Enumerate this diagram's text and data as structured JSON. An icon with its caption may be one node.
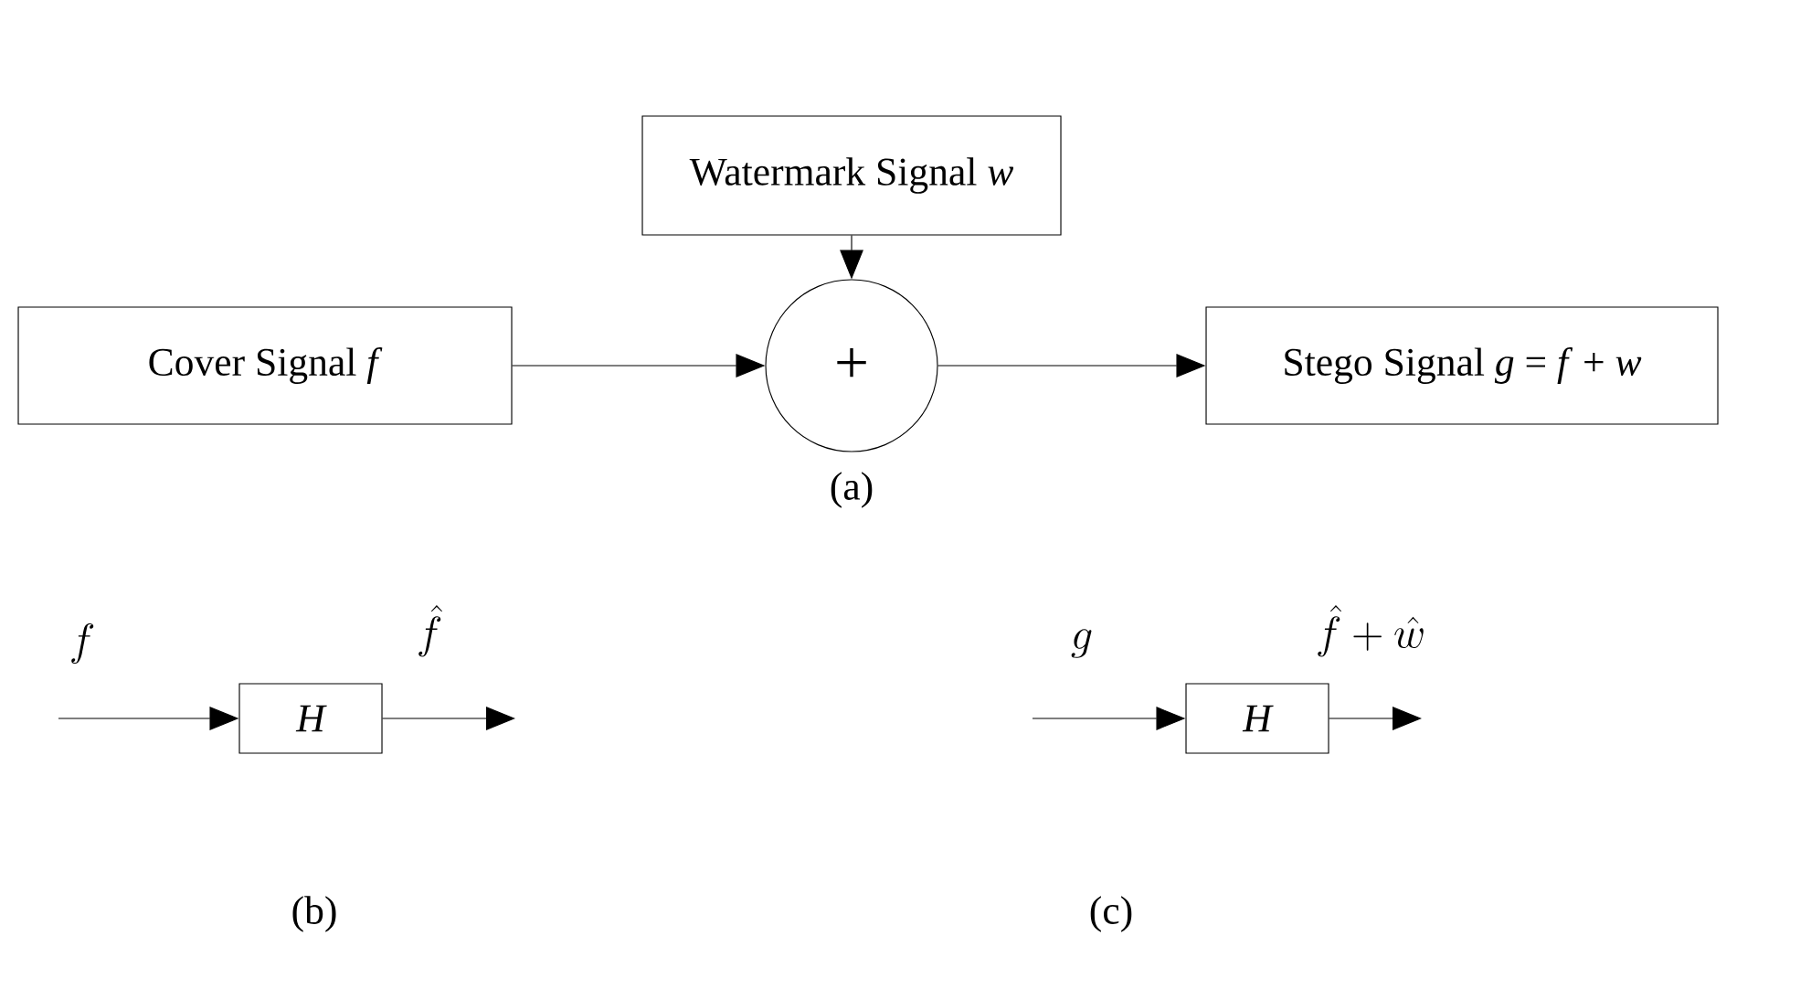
{
  "diagram": {
    "nodes": [
      {
        "text": [
          "Cover Signal *f*"
        ]
      },
      {
        "text": [
          "Watermark Signal *w*"
        ]
      },
      {
        "text": [
          "+"
        ]
      },
      {
        "text": [
          "Stego Signal *g* = *f* + *w*"
        ]
      },
      {
        "text": [
          "H"
        ]
      },
      {
        "text": [
          "H"
        ]
      }
    ],
    "edges": [
      {
        "from": 0,
        "to": 2,
        "arrow": "to"
      },
      {
        "from": 1,
        "to": 2,
        "arrow": "to"
      },
      {
        "from": 2,
        "to": 3,
        "arrow": "to"
      },
      {
        "from": null,
        "to": 4,
        "arrow": "to",
        "label": "f"
      },
      {
        "from": 4,
        "to": null,
        "arrow": "to",
        "label": "\\hat{f}"
      },
      {
        "from": null,
        "to": 5,
        "arrow": "to",
        "label": "g"
      },
      {
        "from": 5,
        "to": null,
        "arrow": "to",
        "label": "\\hat{f}+\\hat{w}"
      }
    ],
    "labels": [
      "(a)",
      "(b)",
      "(c)"
    ]
  }
}
